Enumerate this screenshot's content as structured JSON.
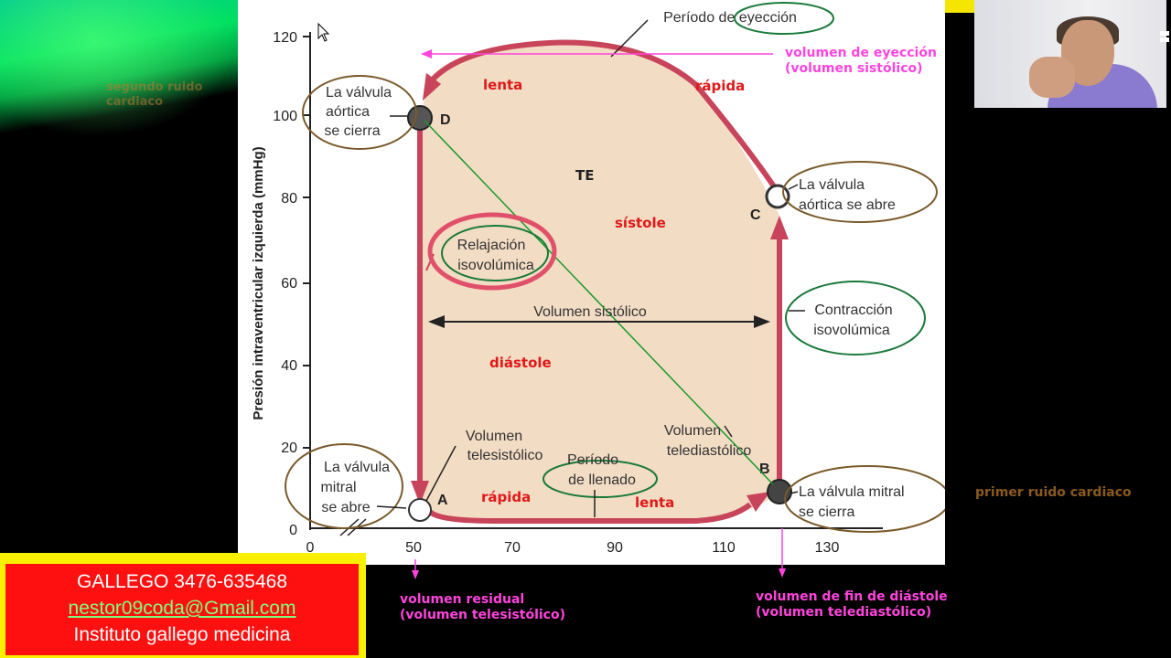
{
  "diagram": {
    "y_axis_label": "Presión intraventricular izquierda (mmHg)",
    "y_ticks": [
      "0",
      "20",
      "40",
      "60",
      "80",
      "100",
      "120"
    ],
    "x_ticks": [
      "0",
      "50",
      "70",
      "90",
      "110",
      "130"
    ],
    "point_labels": [
      "A",
      "B",
      "C",
      "D"
    ],
    "labels": {
      "periodo_eyeccion": "Período de eyección",
      "valvula_aortica_cierra": [
        "La válvula",
        "aórtica",
        "se cierra"
      ],
      "valvula_aortica_abre": [
        "La válvula",
        "aórtica se abre"
      ],
      "relajacion": [
        "Relajación",
        "isovolúmica"
      ],
      "contraccion": [
        "Contracción",
        "isovolúmica"
      ],
      "volumen_sistolico": "Volumen sistólico",
      "volumen_telesistolico": [
        "Volumen",
        "telesistólico"
      ],
      "periodo_llenado": [
        "Período",
        "de llenado"
      ],
      "volumen_telediastolico": [
        "Volumen",
        "telediastólico"
      ],
      "valvula_mitral_abre": [
        "La válvula",
        "mitral",
        "se abre"
      ],
      "valvula_mitral_cierra": [
        "La válvula mitral",
        "se cierra"
      ]
    },
    "annotations_red": {
      "lenta_top": "lenta",
      "rapida_top": "rápida",
      "te": "TE",
      "sistole": "sístole",
      "diastole": "diástole",
      "rapida_bottom": "rápida",
      "lenta_bottom": "lenta"
    }
  },
  "overlay": {
    "volumen_eyeccion": [
      "volumen de eyección",
      "(volumen sistólico)"
    ],
    "segundo_ruido": [
      "segundo ruido",
      "cardiaco"
    ],
    "primer_ruido": "primer ruido cardiaco",
    "volumen_residual": [
      "volumen residual",
      "(volumen telesistólico)"
    ],
    "volumen_fin_diastole": [
      "volumen de fin de diástole",
      "(volumen telediastólico)"
    ]
  },
  "contact": {
    "phone": "GALLEGO 3476-635468",
    "email": "nestor09coda@Gmail.com",
    "institute": "Instituto gallego medicina"
  },
  "colors": {
    "loop_fill": "#f3dcc4",
    "loop_stroke": "#c8445a",
    "annotation_red": "#e01818",
    "overlay_magenta": "#ff44dd",
    "ellipse_brown": "#7a5a2a",
    "ellipse_green": "#1a7a3a",
    "ellipse_pink": "#e0506a"
  }
}
